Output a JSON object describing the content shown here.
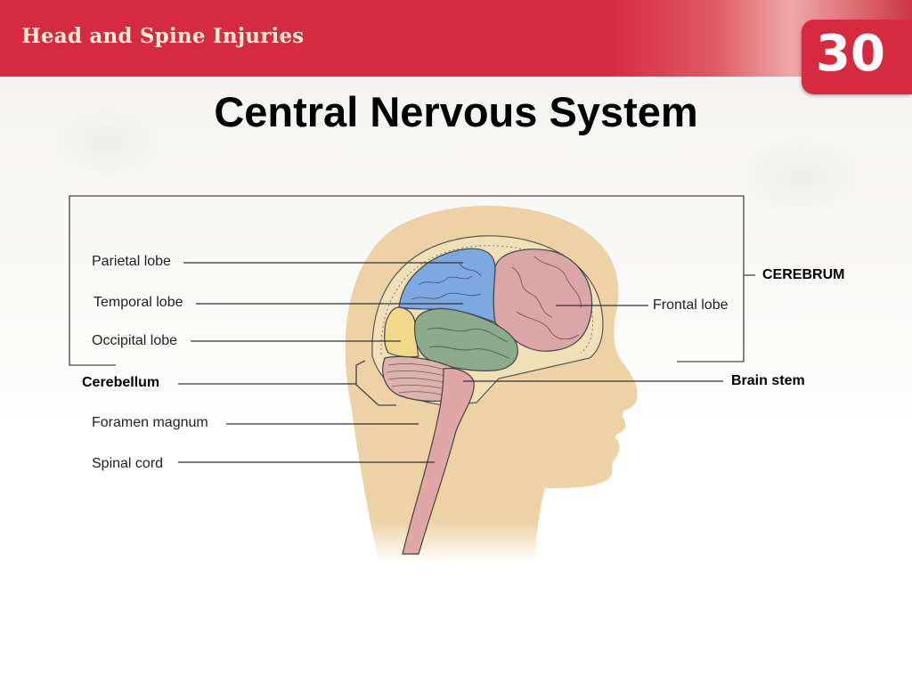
{
  "header": {
    "title": "Head and Spine Injuries",
    "chapter_number": "30"
  },
  "slide": {
    "title": "Central Nervous System"
  },
  "diagram": {
    "labels": {
      "parietal_lobe": "Parietal lobe",
      "temporal_lobe": "Temporal lobe",
      "occipital_lobe": "Occipital lobe",
      "cerebellum": "Cerebellum",
      "foramen_magnum": "Foramen magnum",
      "spinal_cord": "Spinal cord",
      "frontal_lobe": "Frontal lobe",
      "cerebrum": "CEREBRUM",
      "brain_stem": "Brain stem"
    },
    "colors": {
      "header_red": "#d62a40",
      "skin": "#ecd2a4",
      "parietal": "#7ea8e0",
      "frontal": "#dba6a8",
      "temporal": "#8bab8b",
      "occipital": "#f0d98a",
      "cerebellum": "#ddb3ae",
      "spinal_cord": "#e0a8a4"
    }
  }
}
